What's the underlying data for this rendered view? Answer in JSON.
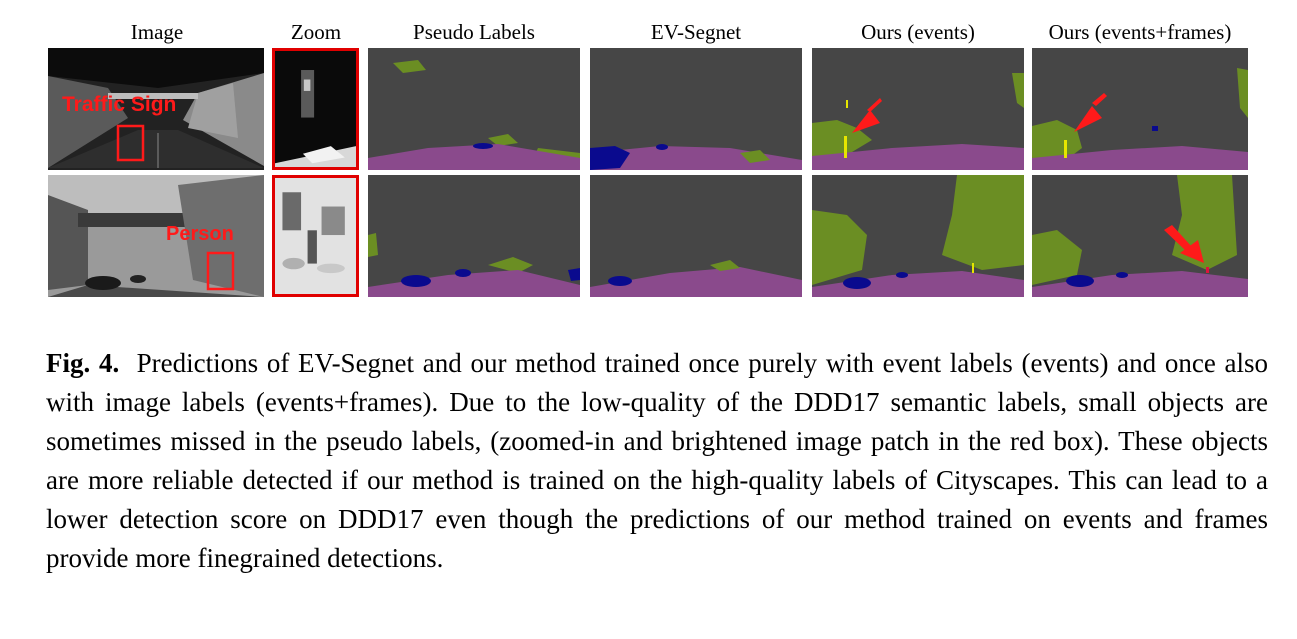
{
  "columns": [
    "Image",
    "Zoom",
    "Pseudo Labels",
    "EV-Segnet",
    "Ours (events)",
    "Ours (events+frames)"
  ],
  "rows": [
    {
      "annotation": "Traffic Sign"
    },
    {
      "annotation": "Person"
    }
  ],
  "caption": {
    "label": "Fig. 4.",
    "text": "Predictions of EV-Segnet and our method trained once purely with event labels (events) and once also with image labels (events+frames). Due to the low-quality of the DDD17 semantic labels, small objects are sometimes missed in the pseudo labels, (zoomed-in and brightened image patch in the red box). These objects are more reliable detected if our method is trained on the high-quality labels of Cityscapes. This can lead to a lower detection score on DDD17 even though the predictions of our method trained on events and frames provide more finegrained detections."
  },
  "colors": {
    "road": "#8a4a8c",
    "background": "#464646",
    "vegetation": "#6b8e23",
    "car": "#0a0a8e",
    "sign": "#e6e600",
    "person": "#dc143c",
    "annotation": "#ff1a1a"
  }
}
